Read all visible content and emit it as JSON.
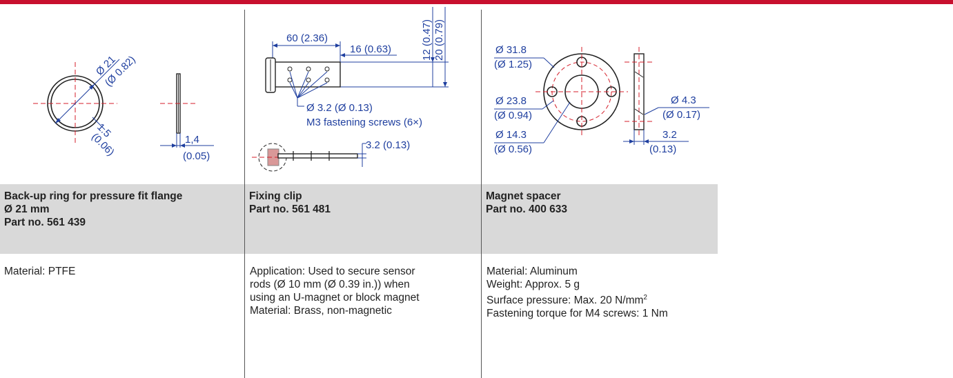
{
  "columns": [
    {
      "title": "Back-up ring for pressure fit flange",
      "title_line2": "Ø 21 mm",
      "part_no": "Part no. 561 439",
      "description": [
        "Material: PTFE"
      ],
      "dims": {
        "diameter": "Ø 21",
        "diameter_in": "(Ø 0.82)",
        "thickness_radial": "1.5",
        "thickness_radial_in": "(0.06)",
        "width": "1,4",
        "width_in": "(0.05)"
      }
    },
    {
      "title": "Fixing clip",
      "part_no": "Part no. 561 481",
      "description": [
        "Application: Used to secure sensor",
        "rods (Ø 10 mm (Ø 0.39 in.)) when",
        "using an U-magnet or block magnet",
        "Material: Brass, non-magnetic"
      ],
      "dims": {
        "length": "60 (2.36)",
        "offset": "16 (0.63)",
        "height1": "12 (0.47)",
        "height2": "20 (0.79)",
        "hole": "Ø 3.2 (Ø 0.13)",
        "screws": "M3 fastening screws (6×)",
        "thickness": "3.2 (0.13)"
      }
    },
    {
      "title": "Magnet spacer",
      "part_no": "Part no. 400 633",
      "description": [
        "Material: Aluminum",
        "Weight: Approx. 5 g",
        "Surface pressure: Max. 20 N/mm",
        "Fastening torque for M4 screws: 1 Nm"
      ],
      "superscript": "2",
      "dims": {
        "outer": "Ø 31.8",
        "outer_in": "(Ø 1.25)",
        "pitch": "Ø 23.8",
        "pitch_in": "(Ø 0.94)",
        "inner": "Ø 14.3",
        "inner_in": "(Ø 0.56)",
        "hole": "Ø 4.3",
        "hole_in": "(Ø 0.17)",
        "thick": "3.2",
        "thick_in": "(0.13)"
      }
    }
  ],
  "colors": {
    "accent": "#c8102e",
    "dimension": "#1f3f9f",
    "centerline": "#d51e2a",
    "header_bg": "#d9d9d9"
  }
}
